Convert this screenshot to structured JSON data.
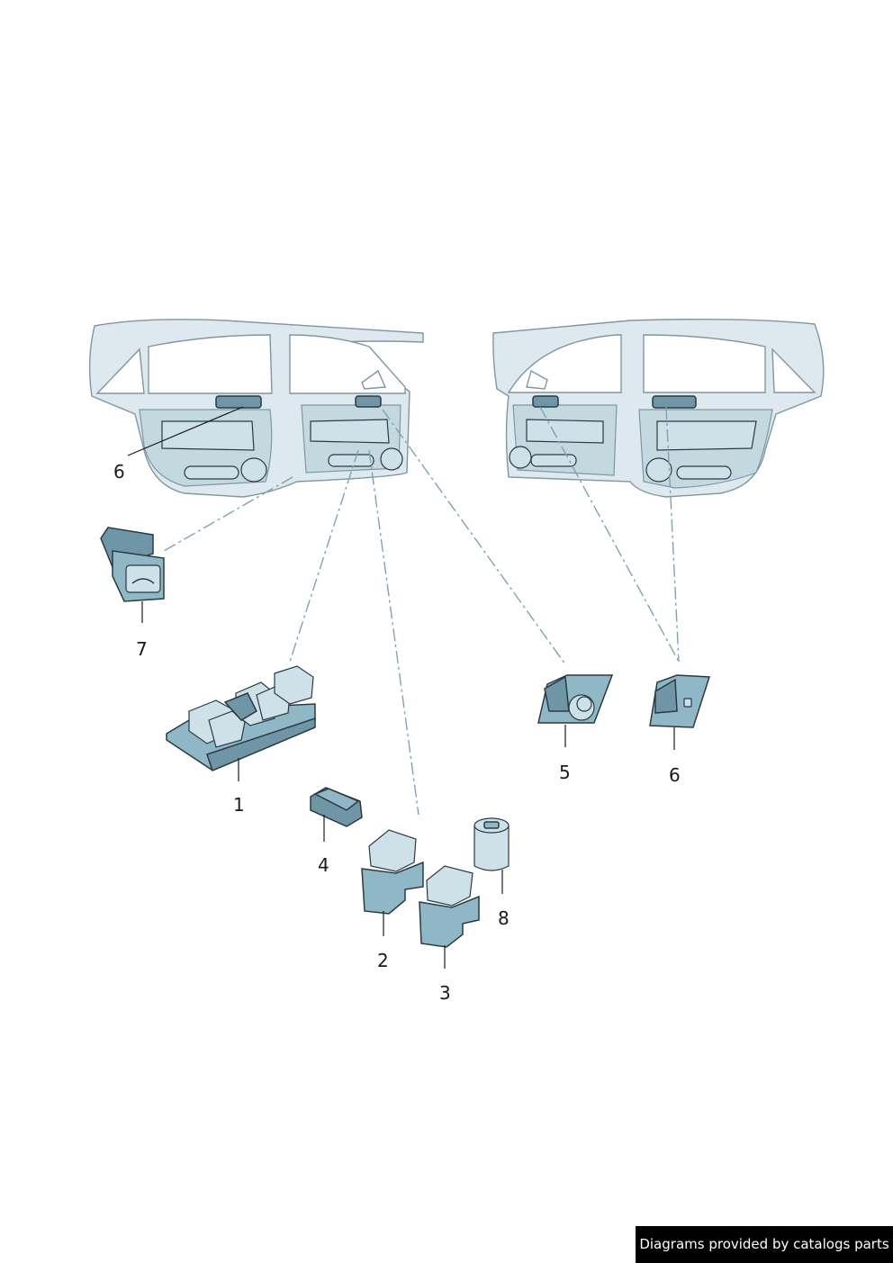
{
  "callouts": {
    "c1": "1",
    "c2": "2",
    "c3": "3",
    "c4": "4",
    "c5": "5",
    "c6_top": "6",
    "c6_right": "6",
    "c7": "7",
    "c8": "8"
  },
  "footer": {
    "text": "Diagrams provided by catalogs parts"
  }
}
